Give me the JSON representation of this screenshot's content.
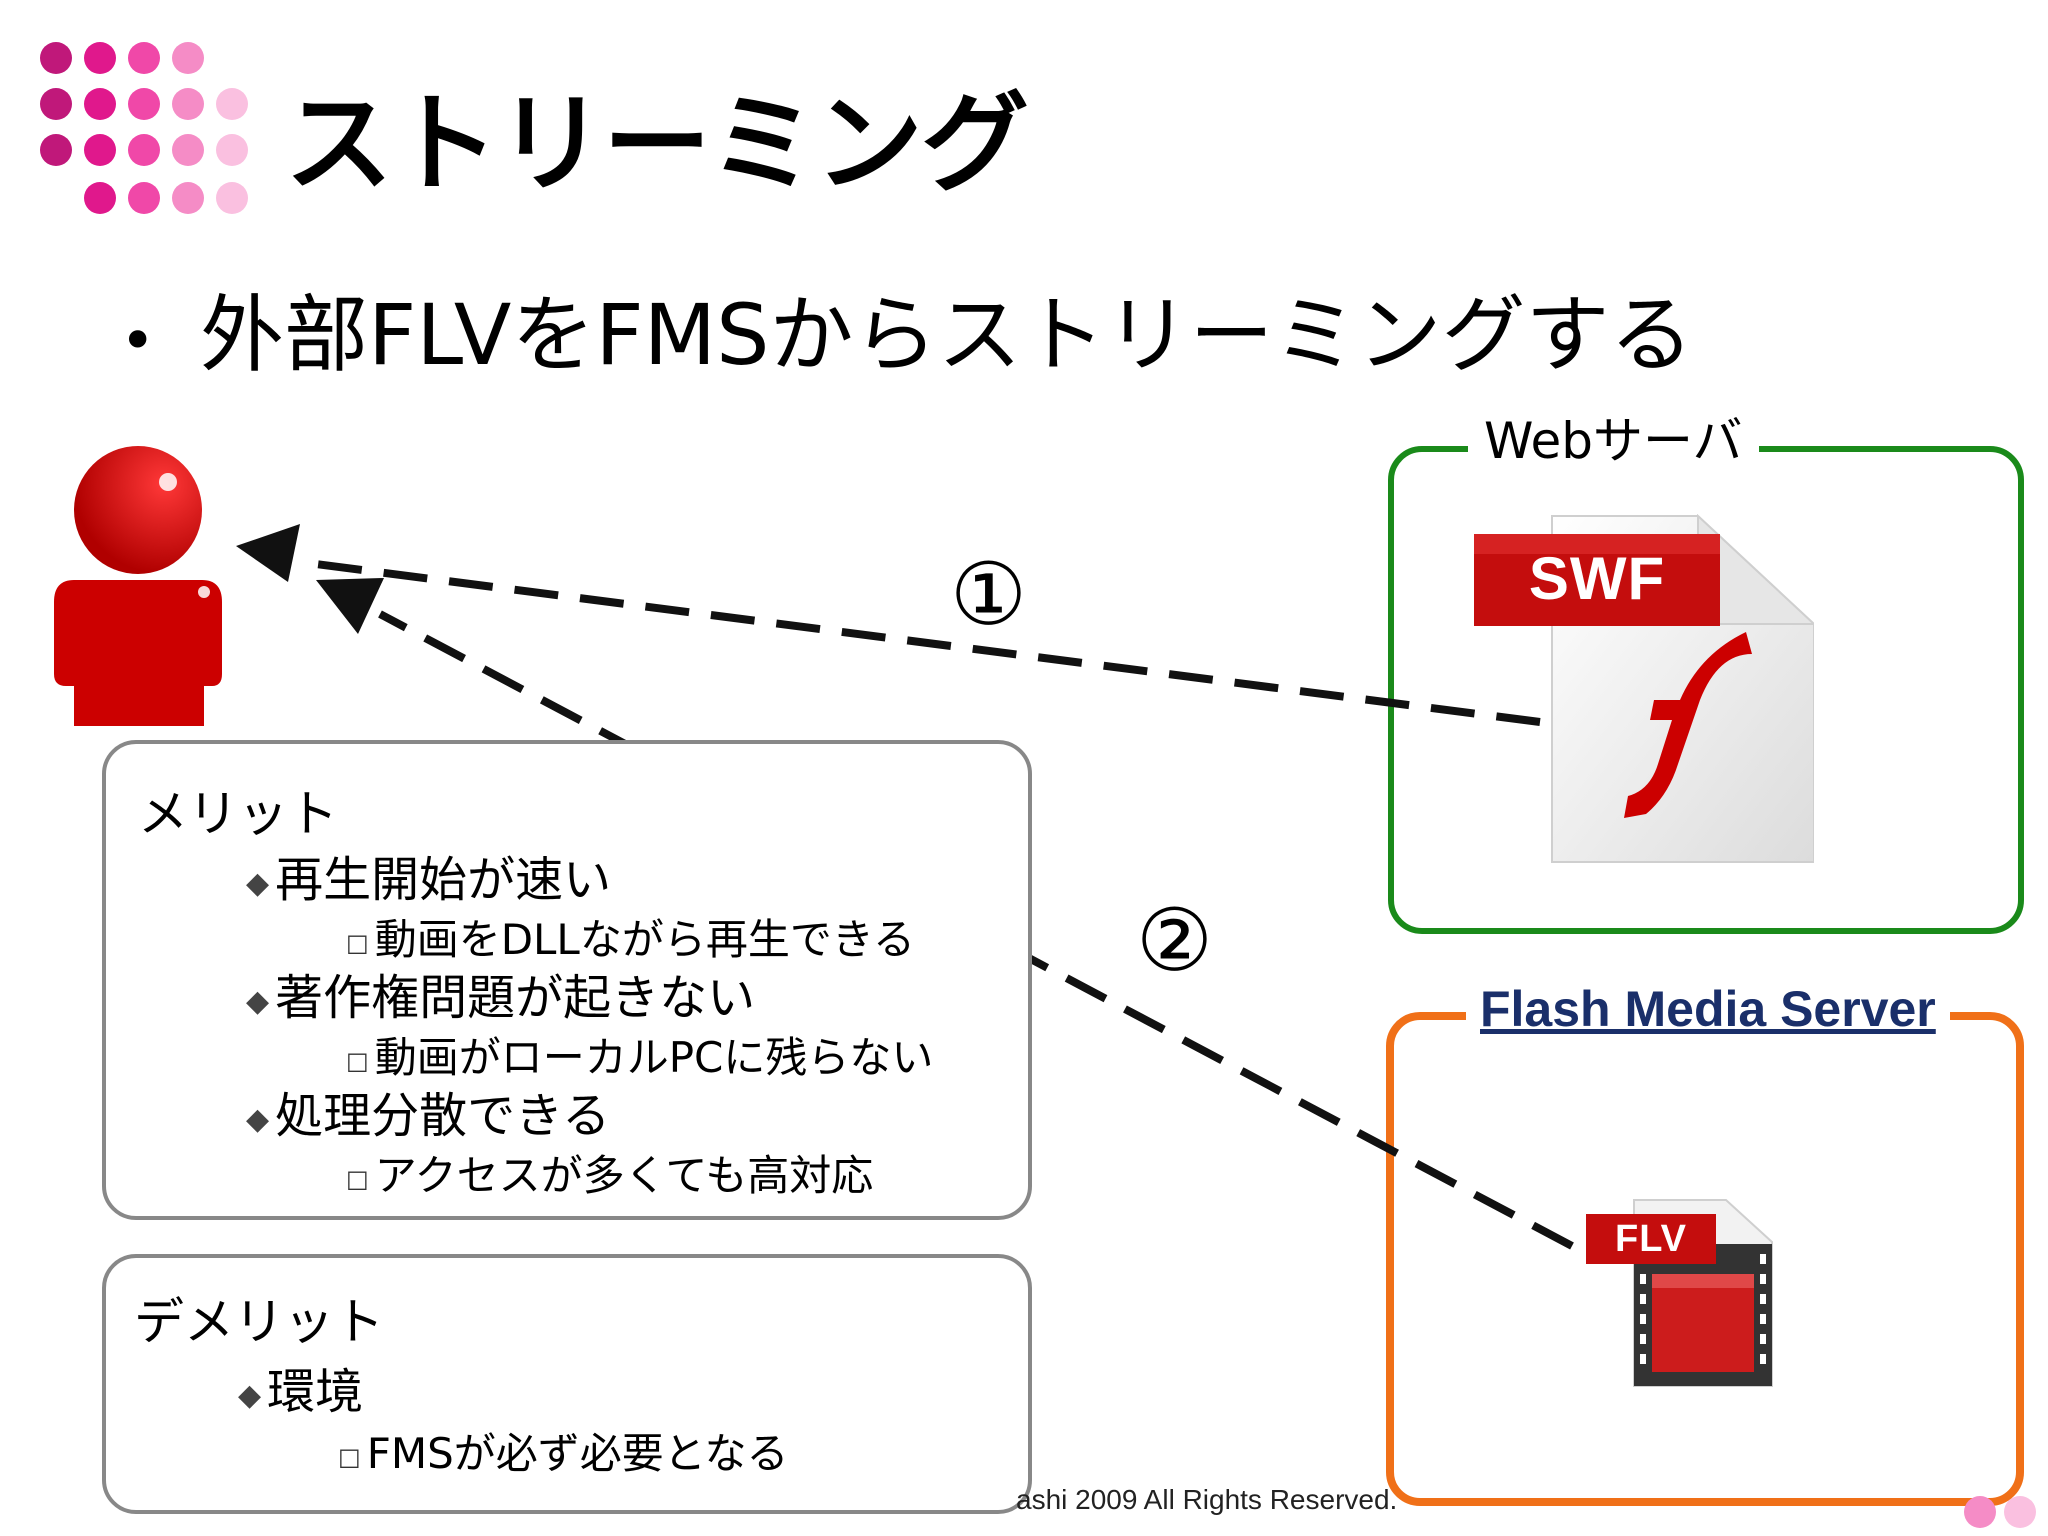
{
  "slide": {
    "title": "ストリーミング",
    "bullet": "外部FLVをFMSからストリーミングする",
    "bullet_mark": "•"
  },
  "groups": {
    "web_server_label": "Webサーバ",
    "fms_label": "Flash Media Server"
  },
  "files": {
    "swf_label": "SWF",
    "flv_label": "FLV"
  },
  "steps": {
    "step1": "①",
    "step2": "②"
  },
  "merit": {
    "title": "メリット",
    "items": [
      {
        "label": "再生開始が速い",
        "sub": "動画をDLLながら再生できる"
      },
      {
        "label": "著作権問題が起きない",
        "sub": "動画がローカルPCに残らない"
      },
      {
        "label": "処理分散できる",
        "sub": "アクセスが多くても高対応"
      }
    ]
  },
  "demerit": {
    "title": "デメリット",
    "items": [
      {
        "label": "環境",
        "sub": "FMSが必ず必要となる"
      }
    ]
  },
  "footer": {
    "copyright": "ashi 2009 All Rights Reserved."
  },
  "colors": {
    "accent_magenta": "#e0188c",
    "web_frame": "#1a8a1a",
    "fms_frame": "#f07018",
    "user_red": "#cc0000"
  },
  "icons": {
    "user": "user-icon",
    "swf": "swf-file-icon",
    "flv": "flv-file-icon"
  }
}
